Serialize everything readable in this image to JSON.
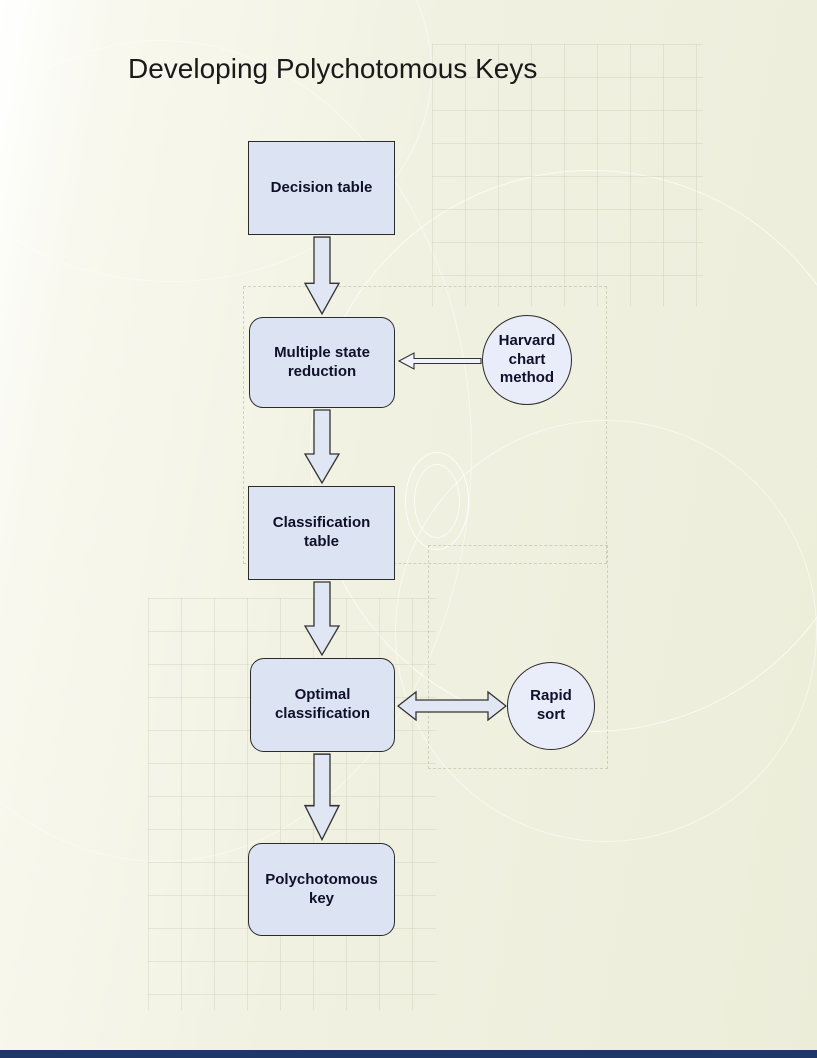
{
  "title": "Developing Polychotomous Keys",
  "colors": {
    "title-color": "#1a1a1a",
    "node-fill": "#dce4f3",
    "node-border": "#2b2b2b",
    "node-text": "#10102a",
    "circle-fill": "#e9edf9",
    "arrow-fill": "#e0e6f4",
    "arrow-stroke": "#333333",
    "footer-bar": "#1f3766"
  },
  "nodes": {
    "decision_table": {
      "label": "Decision table",
      "shape": "rectangle"
    },
    "multiple_state_reduction": {
      "label": "Multiple state reduction",
      "shape": "rounded-rectangle"
    },
    "classification_table": {
      "label": "Classification table",
      "shape": "rectangle"
    },
    "optimal_classification": {
      "label": "Optimal classification",
      "shape": "rounded-rectangle"
    },
    "polychotomous_key": {
      "label": "Polychotomous key",
      "shape": "rounded-rectangle"
    },
    "harvard_chart_method": {
      "label": "Harvard chart method",
      "shape": "circle"
    },
    "rapid_sort": {
      "label": "Rapid sort",
      "shape": "circle"
    }
  },
  "edges": [
    {
      "from": "decision_table",
      "to": "multiple_state_reduction",
      "type": "block-arrow-down"
    },
    {
      "from": "harvard_chart_method",
      "to": "multiple_state_reduction",
      "type": "thin-arrow-left"
    },
    {
      "from": "multiple_state_reduction",
      "to": "classification_table",
      "type": "block-arrow-down"
    },
    {
      "from": "classification_table",
      "to": "optimal_classification",
      "type": "block-arrow-down"
    },
    {
      "from": "optimal_classification",
      "to": "rapid_sort",
      "type": "double-block-arrow"
    },
    {
      "from": "optimal_classification",
      "to": "polychotomous_key",
      "type": "block-arrow-down"
    }
  ]
}
